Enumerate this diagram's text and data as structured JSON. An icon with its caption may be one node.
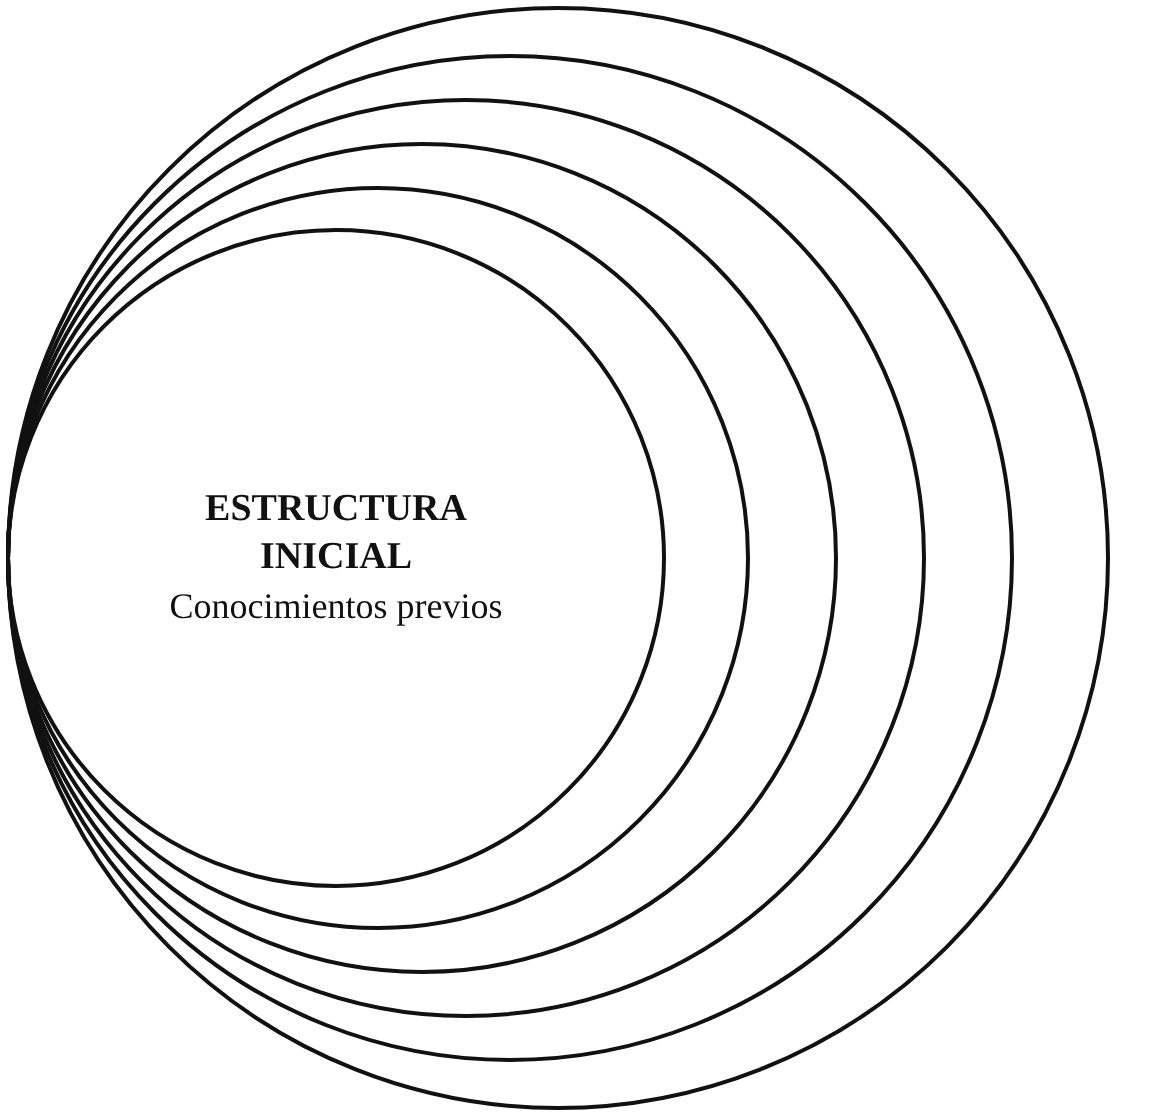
{
  "diagram": {
    "nodes": [
      {
        "text": [],
        "shape": "circle"
      },
      {
        "text": [],
        "shape": "circle",
        "in": 0
      },
      {
        "text": [],
        "shape": "circle",
        "in": 1
      },
      {
        "text": [],
        "shape": "circle",
        "in": 2
      },
      {
        "text": [],
        "shape": "circle",
        "in": 3
      },
      {
        "text": [
          "ESTRUCTURA INICIAL",
          "Conocimientos previos"
        ],
        "in": 4
      }
    ]
  }
}
